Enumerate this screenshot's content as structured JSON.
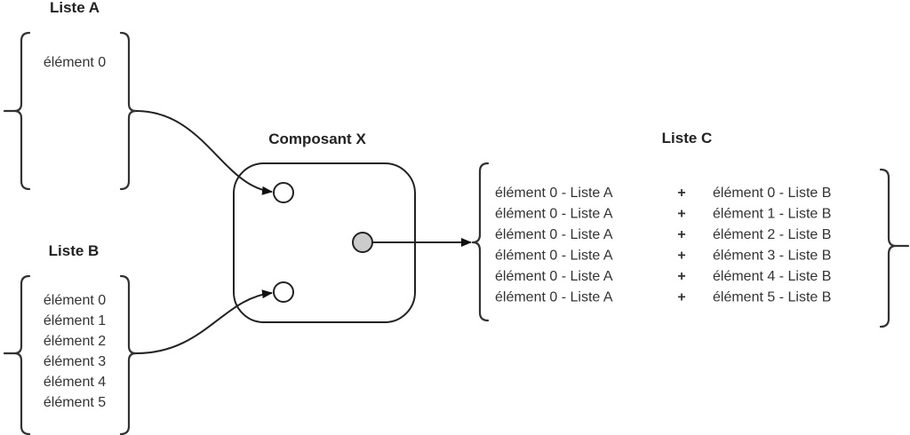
{
  "liste_a": {
    "title": "Liste A",
    "items": [
      "élément 0"
    ]
  },
  "liste_b": {
    "title": "Liste B",
    "items": [
      "élément 0",
      "élément 1",
      "élément 2",
      "élément 3",
      "élément 4",
      "élément 5"
    ]
  },
  "composant": {
    "title": "Composant X",
    "output_port_color": "#cccccc"
  },
  "liste_c": {
    "title": "Liste C",
    "operator": "+",
    "rows": [
      {
        "left": "élément 0 - Liste A",
        "right": "élément 0 - Liste B"
      },
      {
        "left": "élément 0 - Liste A",
        "right": "élément 1 - Liste B"
      },
      {
        "left": "élément 0 - Liste A",
        "right": "élément 2 - Liste B"
      },
      {
        "left": "élément 0 - Liste A",
        "right": "élément 3 - Liste B"
      },
      {
        "left": "élément 0 - Liste A",
        "right": "élément 4 - Liste B"
      },
      {
        "left": "élément 0 - Liste A",
        "right": "élément 5 - Liste B"
      }
    ]
  }
}
